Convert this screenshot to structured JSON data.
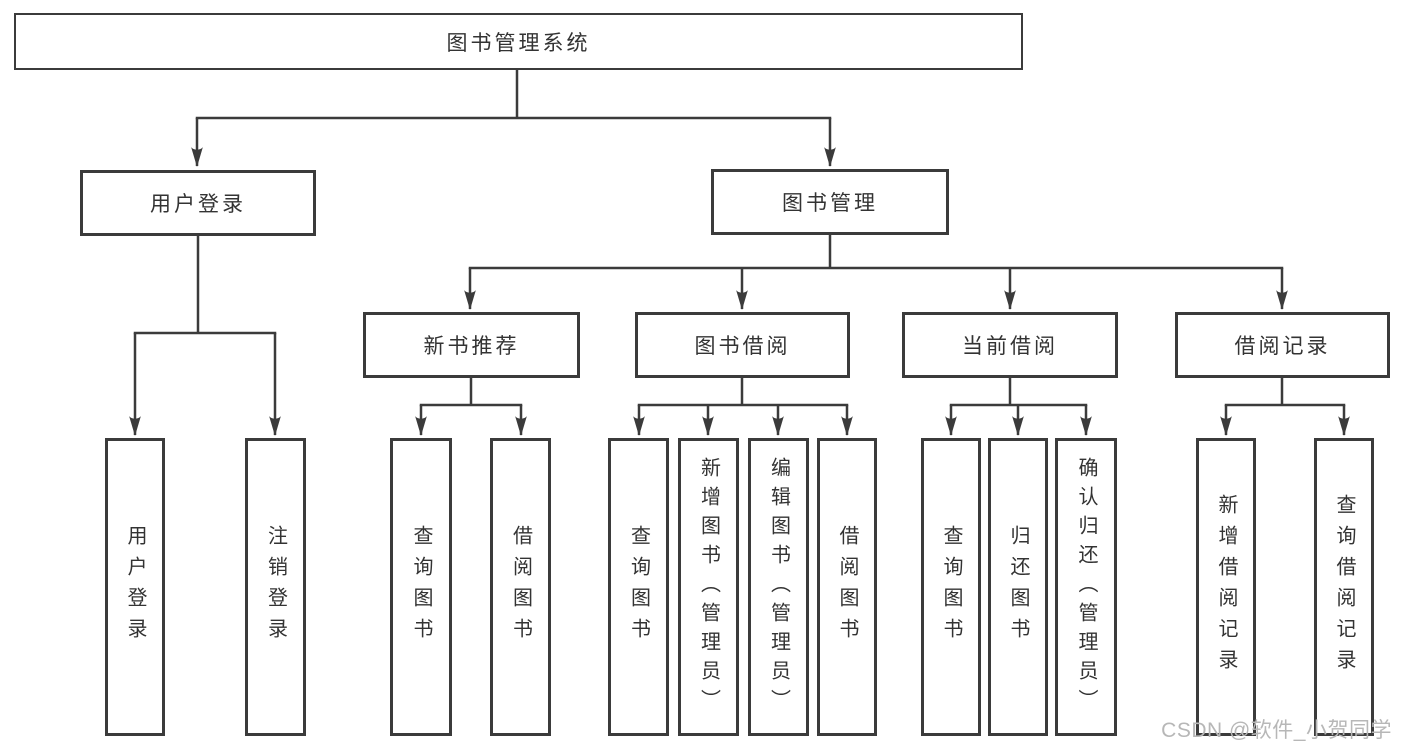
{
  "diagram": {
    "title": "图书管理系统",
    "branches": [
      {
        "label": "用户登录",
        "children": [
          "用户登录",
          "注销登录"
        ]
      },
      {
        "label": "图书管理",
        "sections": [
          {
            "label": "新书推荐",
            "children": [
              "查询图书",
              "借阅图书"
            ]
          },
          {
            "label": "图书借阅",
            "children": [
              "查询图书",
              "新增图书（管理员）",
              "编辑图书（管理员）",
              "借阅图书"
            ]
          },
          {
            "label": "当前借阅",
            "children": [
              "查询图书",
              "归还图书",
              "确认归还（管理员）"
            ]
          },
          {
            "label": "借阅记录",
            "children": [
              "新增借阅记录",
              "查询借阅记录"
            ]
          }
        ]
      }
    ],
    "watermark": "CSDN @软件_小贺同学",
    "line_color": "#3b3b3b",
    "text_color": "#333333",
    "watermark_color": "#b7b7b7"
  }
}
